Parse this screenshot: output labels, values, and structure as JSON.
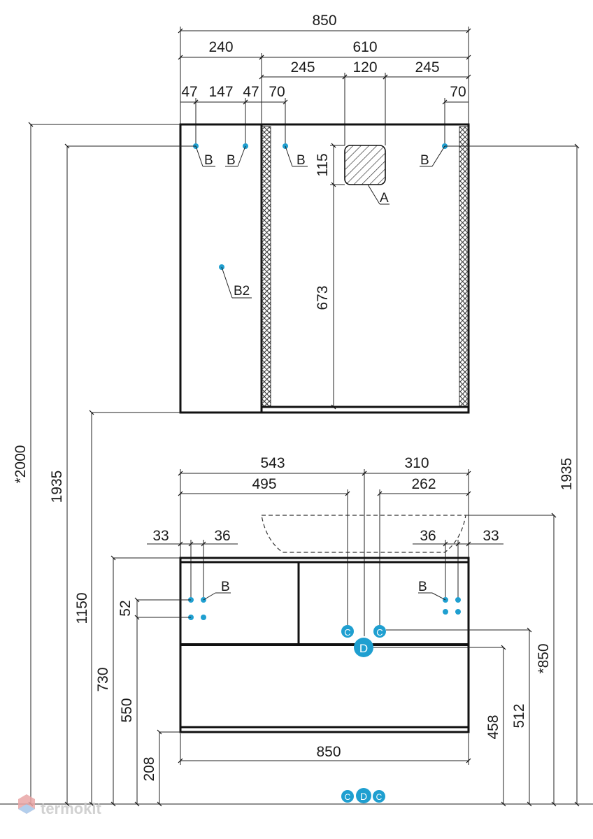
{
  "mirror_cabinet": {
    "width_total": "850",
    "width_shelf": "240",
    "width_mirror": "610",
    "mirror_left": "245",
    "mirror_socket": "120",
    "mirror_right": "245",
    "shelf_47_a": "47",
    "shelf_147": "147",
    "shelf_47_b": "47",
    "offset_70_left": "70",
    "offset_70_right": "70",
    "socket_height": "115",
    "socket_to_bottom": "673",
    "label_b1": "B",
    "label_b2": "B",
    "label_b3": "B",
    "label_b4": "B",
    "label_a": "A",
    "label_b2_cabinet": "B2"
  },
  "vanity": {
    "width_543": "543",
    "width_310": "310",
    "width_495": "495",
    "width_262": "262",
    "left_33": "33",
    "left_36": "36",
    "right_36": "36",
    "right_33": "33",
    "spacing_52": "52",
    "label_b_left": "B",
    "label_b_right": "B",
    "width_bottom": "850",
    "label_c": "C",
    "label_d": "D"
  },
  "heights": {
    "total": "*2000",
    "mirror_top_left": "1935",
    "mirror_bottom": "1150",
    "vanity_top": "730",
    "vanity_mid": "550",
    "vanity_bottom": "208",
    "drain": "458",
    "water": "512",
    "basin": "*850",
    "mirror_top_right": "1935"
  },
  "brand": {
    "name": "termokit"
  },
  "colors": {
    "accent": "#1f9fd0",
    "line": "#111111"
  }
}
